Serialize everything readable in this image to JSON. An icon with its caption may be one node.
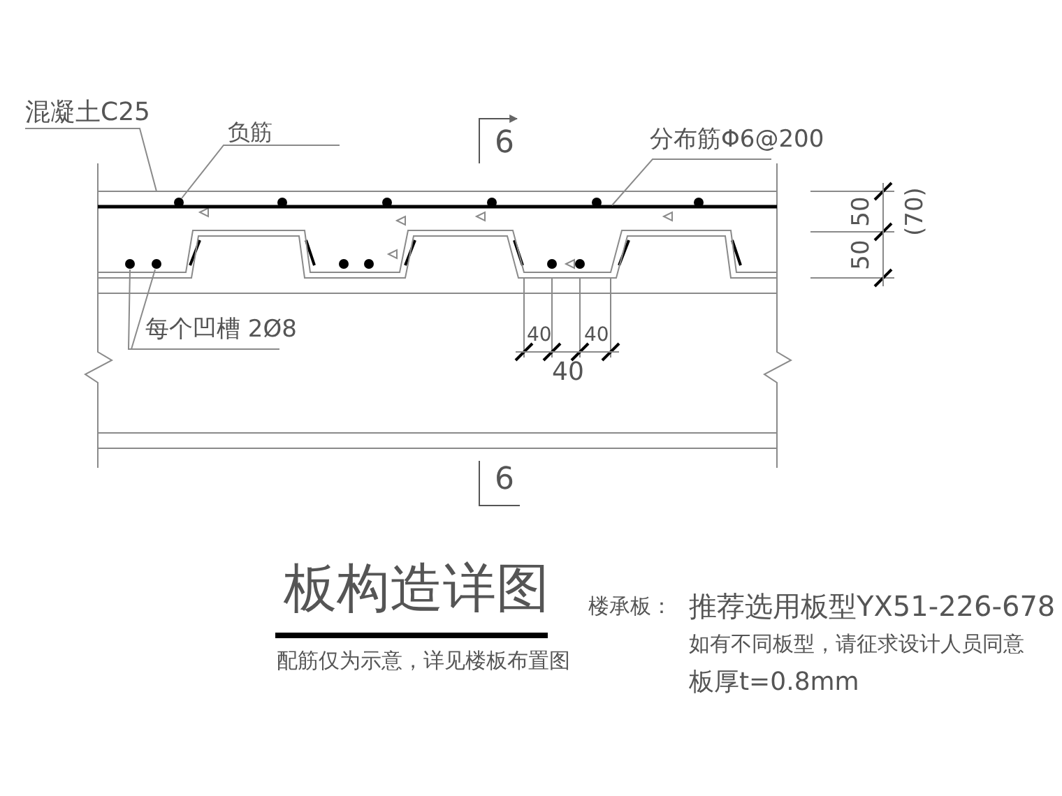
{
  "diagram": {
    "title": "板构造详图",
    "caption": "配筋仅为示意，详见楼板布置图",
    "nodes": [
      {
        "text": [
          "混凝土C25"
        ]
      },
      {
        "text": [
          "负筋"
        ]
      },
      {
        "text": [
          "分布筋Φ6@200"
        ]
      },
      {
        "text": [
          "每个凹槽 2Ø8"
        ]
      },
      {
        "text": [],
        "shape": "bar"
      },
      {
        "text": [],
        "shape": "circle"
      },
      {
        "text": [],
        "shape": "bar"
      },
      {
        "text": [],
        "shape": "circle"
      },
      {
        "text": [],
        "shape": "circle"
      }
    ],
    "edges": [
      {
        "from": 0,
        "to": 4,
        "arrow": "none"
      },
      {
        "from": 1,
        "to": 5,
        "arrow": "none"
      },
      {
        "from": 2,
        "to": 6,
        "arrow": "none"
      },
      {
        "from": 3,
        "to": 7,
        "arrow": "none"
      },
      {
        "from": 3,
        "to": 8,
        "arrow": "none"
      }
    ],
    "labels": [
      "6",
      "50",
      "50",
      "(70)",
      "40",
      "40",
      "40",
      "6",
      "楼承板：",
      "推荐选用板型YX51-226-678",
      "如有不同板型，请征求设计人员同意",
      "板厚t=0.8mm"
    ]
  }
}
